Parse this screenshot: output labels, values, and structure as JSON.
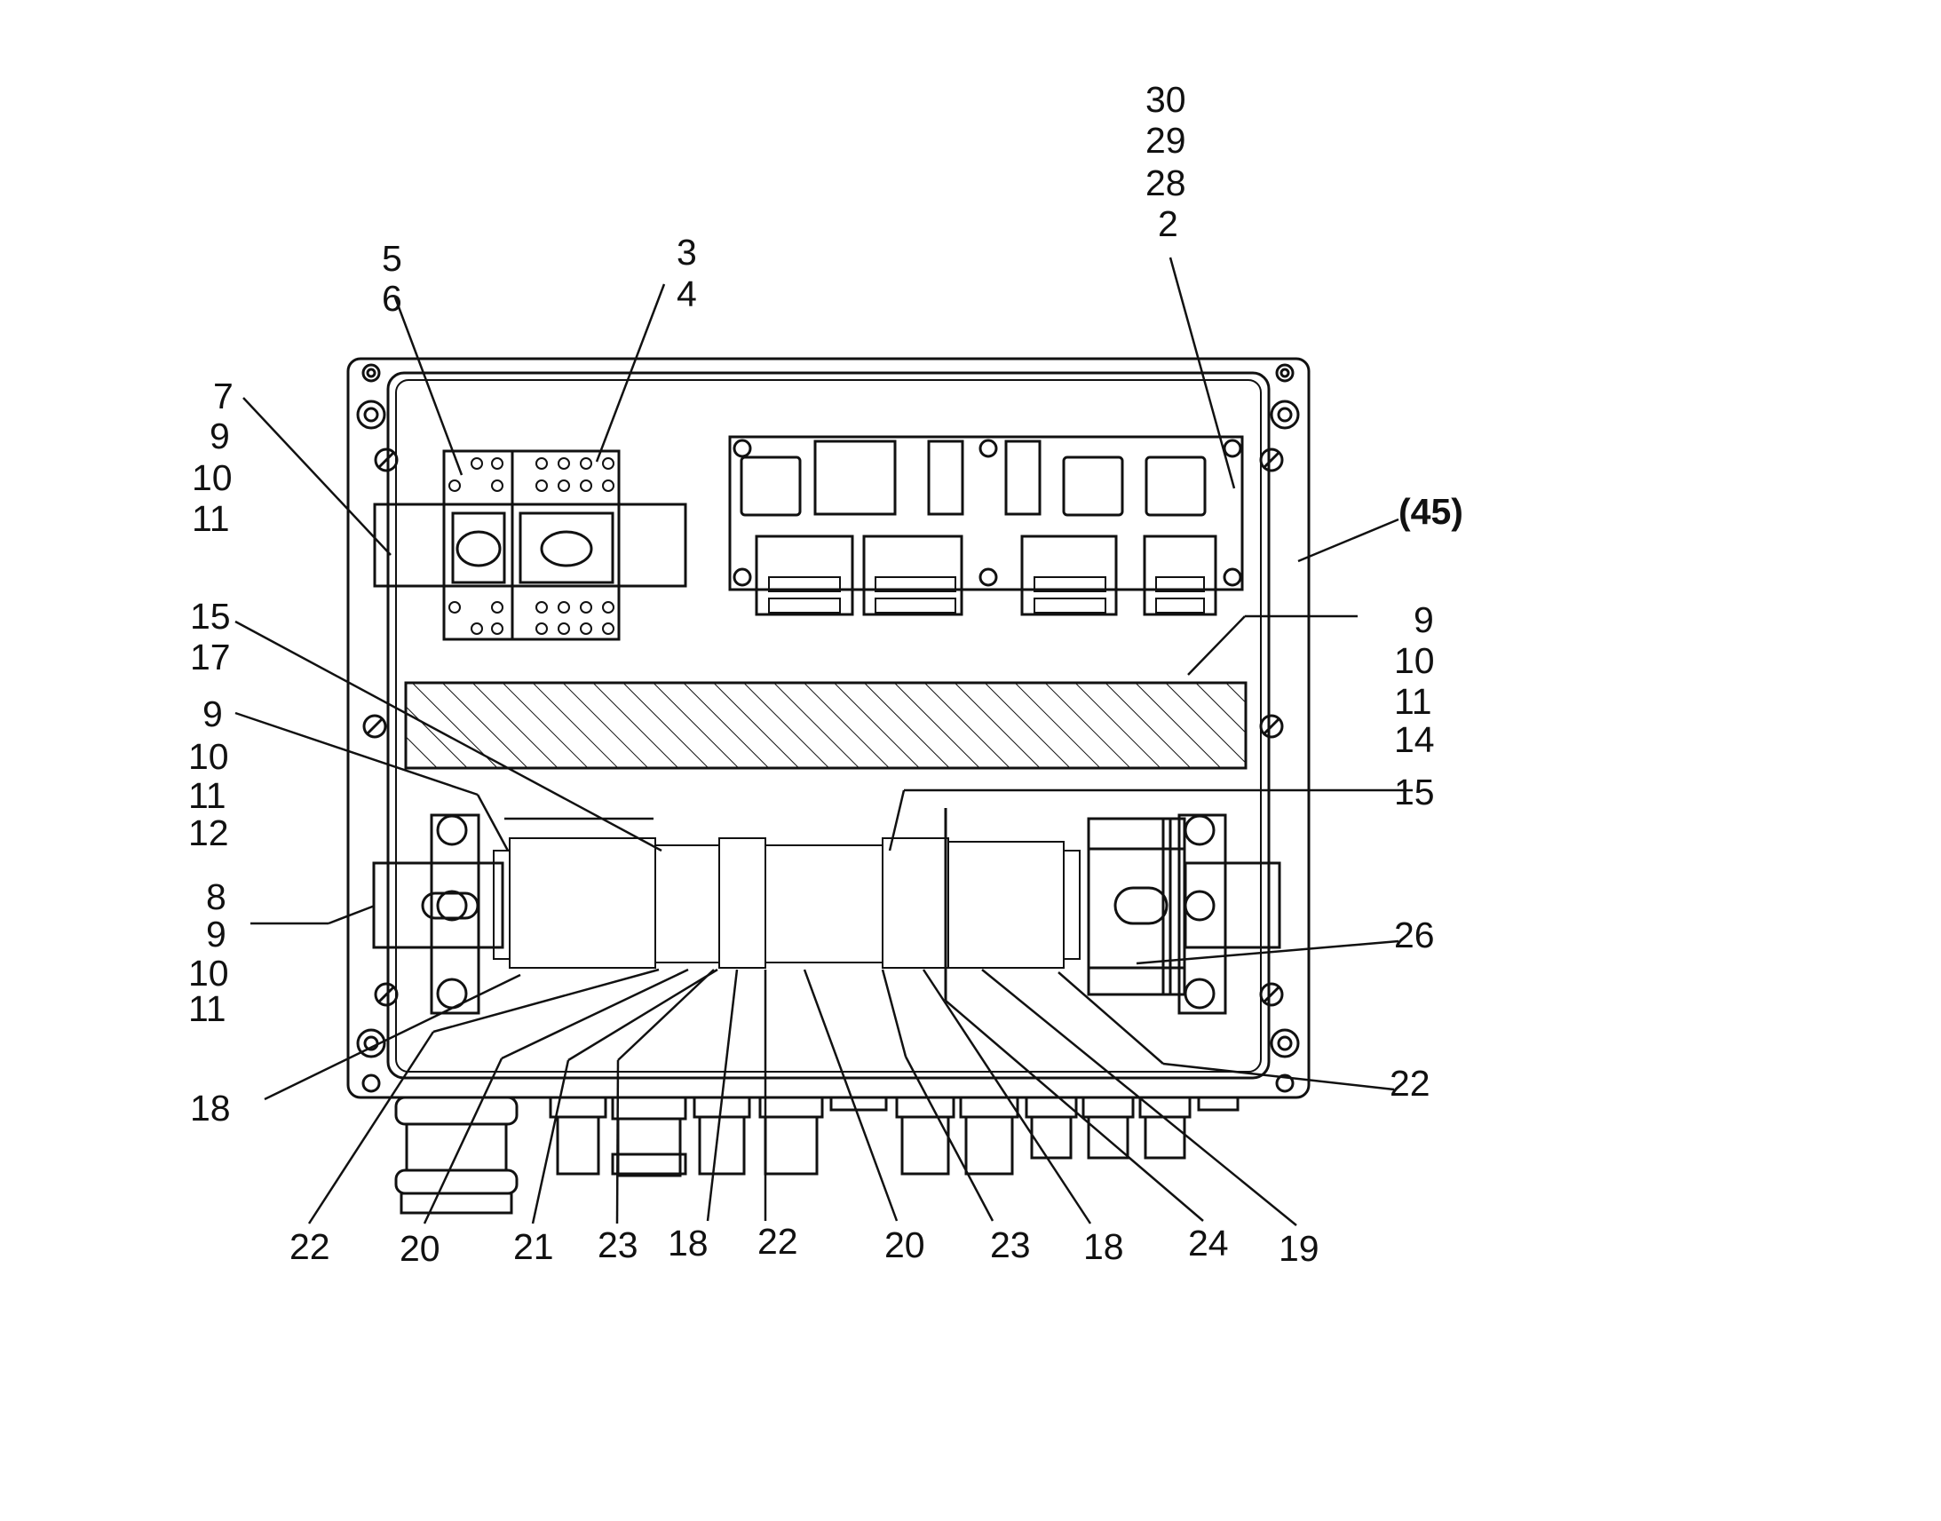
{
  "labels": {
    "top_right": [
      "30",
      "29",
      "28",
      "2"
    ],
    "top_left_a": [
      "5",
      "6"
    ],
    "top_left_b": [
      "3",
      "4"
    ],
    "left_group_1": [
      "7",
      "9",
      "10",
      "11"
    ],
    "right_45": "(45)",
    "left_group_2": [
      "15",
      "17"
    ],
    "right_group_1": [
      "9",
      "10",
      "11",
      "14"
    ],
    "left_group_3": [
      "9",
      "10",
      "11",
      "12"
    ],
    "right_15": "15",
    "left_group_4": [
      "8",
      "9",
      "10",
      "11"
    ],
    "right_26": "26",
    "left_18": "18",
    "right_22": "22",
    "bottom": [
      "22",
      "20",
      "21",
      "23",
      "18",
      "22",
      "20",
      "23",
      "18",
      "24",
      "19"
    ]
  }
}
